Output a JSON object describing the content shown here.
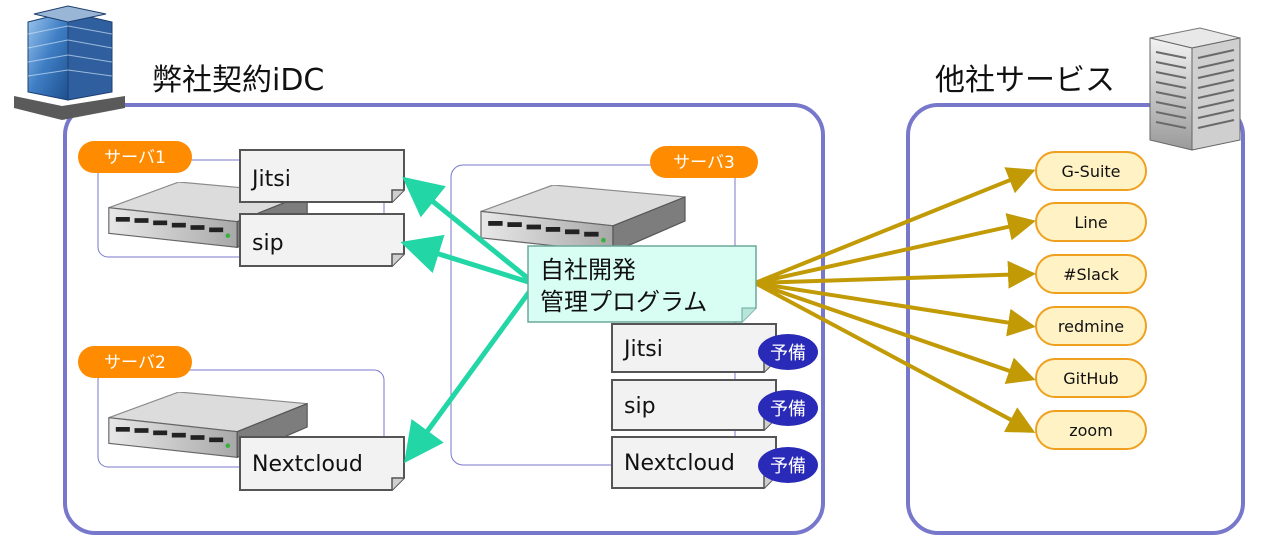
{
  "left_area": {
    "title": "弊社契約iDC"
  },
  "right_area": {
    "title": "他社サービス"
  },
  "servers": {
    "server1": {
      "label": "サーバ1",
      "apps": [
        "Jitsi",
        "sip"
      ]
    },
    "server2": {
      "label": "サーバ2",
      "apps": [
        "Nextcloud"
      ]
    },
    "server3": {
      "label": "サーバ3",
      "apps": [
        "Jitsi",
        "sip",
        "Nextcloud"
      ],
      "standby_label": "予備"
    }
  },
  "management": {
    "line1": "自社開発",
    "line2": "管理プログラム"
  },
  "services": [
    "G-Suite",
    "Line",
    "#Slack",
    "redmine",
    "GitHub",
    "zoom"
  ],
  "colors": {
    "frame": "#7777cc",
    "server_tag": "#ff8c00",
    "teal_arrow": "#22d6a6",
    "gold_arrow": "#c29a06",
    "service_fill": "#fff2c4",
    "service_border": "#f0a020",
    "mgmt_fill": "#d8fdf3",
    "standby_badge": "#2a2ab8"
  },
  "icons": [
    "building-icon",
    "server-rack-icon",
    "rack-server-icon"
  ]
}
